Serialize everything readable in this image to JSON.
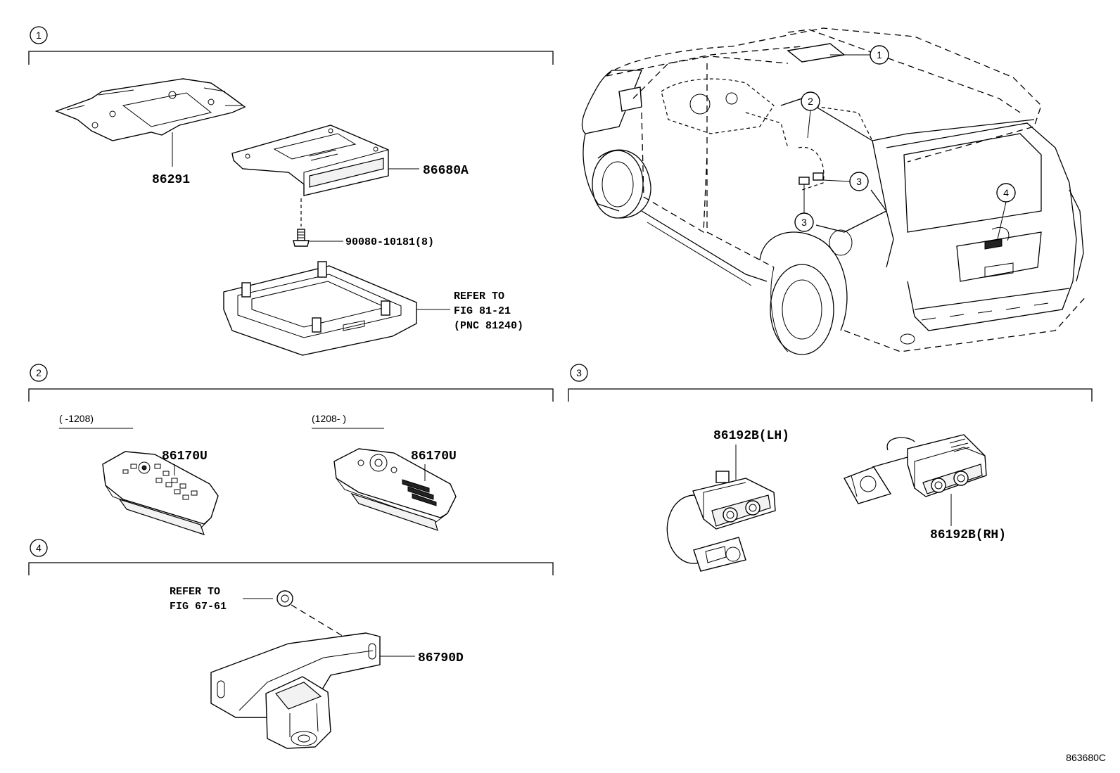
{
  "sections": [
    {
      "id": "1",
      "marker": "1"
    },
    {
      "id": "2",
      "marker": "2"
    },
    {
      "id": "3",
      "marker": "3"
    },
    {
      "id": "4",
      "marker": "4"
    }
  ],
  "section1": {
    "part_86291": "86291",
    "part_86680A": "86680A",
    "part_bolt": "90080-10181(8)",
    "refer_line1": "REFER TO",
    "refer_line2": "FIG 81-21",
    "refer_line3": "(PNC 81240)"
  },
  "section2": {
    "range_left": "(      -1208)",
    "range_right": "(1208-      )",
    "remote_left": "86170U",
    "remote_right": "86170U"
  },
  "section3": {
    "jack_lh": "86192B(LH)",
    "jack_rh": "86192B(RH)"
  },
  "section4": {
    "refer_line1": "REFER TO",
    "refer_line2": "FIG 67-61",
    "camera": "86790D"
  },
  "vehicle_callouts": [
    "1",
    "2",
    "3",
    "3",
    "4"
  ],
  "figure_code": "863680C"
}
